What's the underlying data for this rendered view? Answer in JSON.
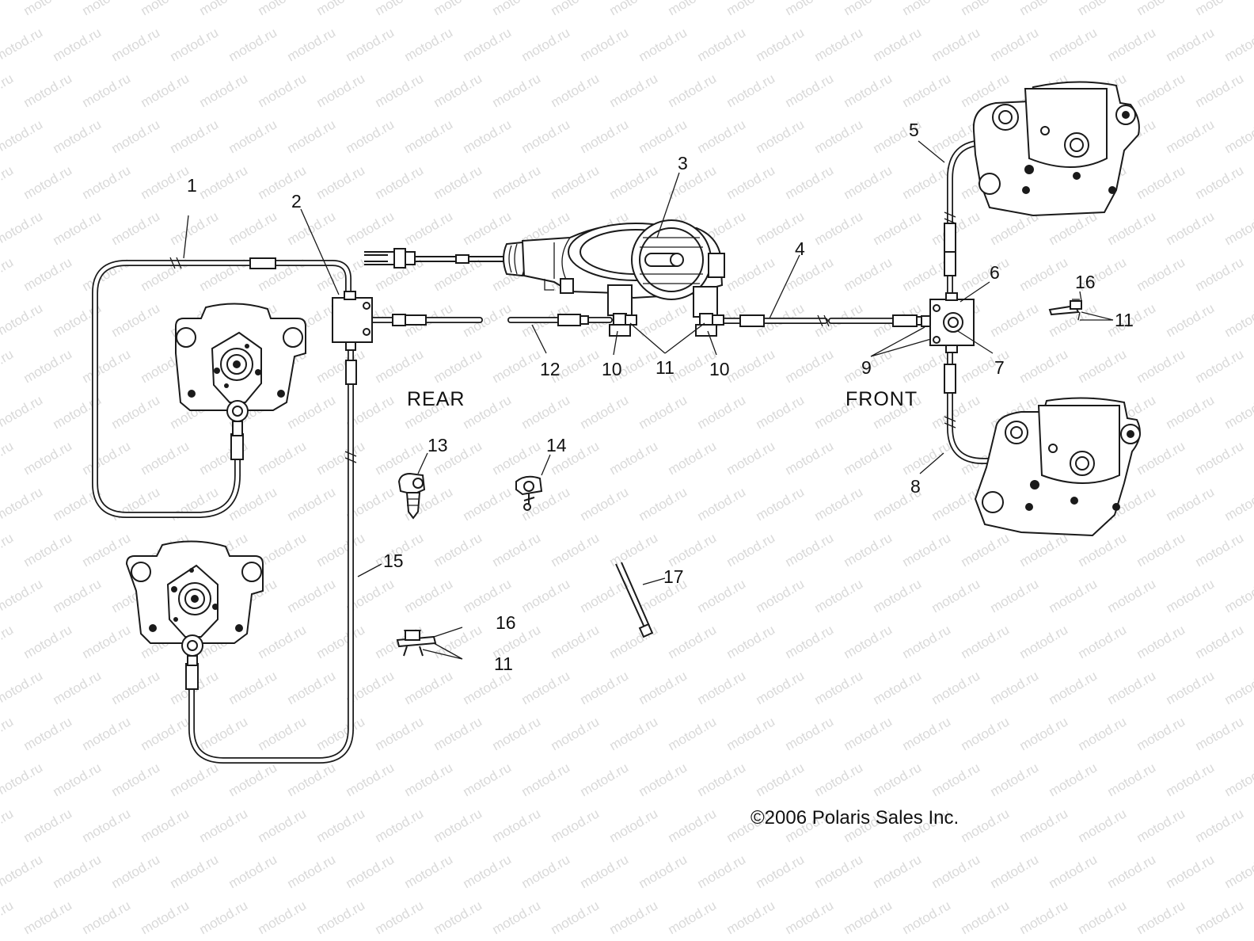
{
  "watermark": "motod.ru",
  "callouts": [
    {
      "id": "c1",
      "text": "1"
    },
    {
      "id": "c2",
      "text": "2"
    },
    {
      "id": "c3",
      "text": "3"
    },
    {
      "id": "c4",
      "text": "4"
    },
    {
      "id": "c5",
      "text": "5"
    },
    {
      "id": "c6",
      "text": "6"
    },
    {
      "id": "c7",
      "text": "7"
    },
    {
      "id": "c8",
      "text": "8"
    },
    {
      "id": "c9",
      "text": "9"
    },
    {
      "id": "c10a",
      "text": "10"
    },
    {
      "id": "c10b",
      "text": "10"
    },
    {
      "id": "c11a",
      "text": "11"
    },
    {
      "id": "c11b",
      "text": "11"
    },
    {
      "id": "c11c",
      "text": "11"
    },
    {
      "id": "c12",
      "text": "12"
    },
    {
      "id": "c13",
      "text": "13"
    },
    {
      "id": "c14",
      "text": "14"
    },
    {
      "id": "c15",
      "text": "15"
    },
    {
      "id": "c16a",
      "text": "16"
    },
    {
      "id": "c16b",
      "text": "16"
    },
    {
      "id": "c17",
      "text": "17"
    }
  ],
  "labels": {
    "rear": "REAR",
    "front": "FRONT"
  },
  "copyright": "©2006 Polaris Sales Inc."
}
